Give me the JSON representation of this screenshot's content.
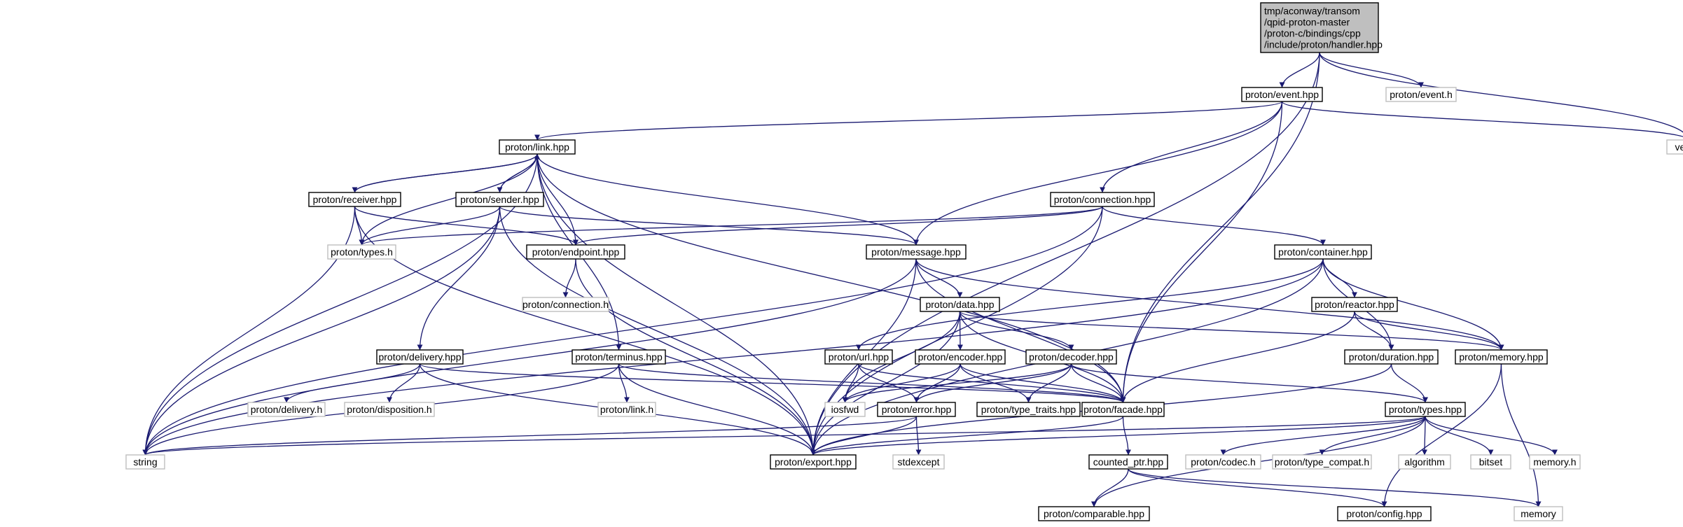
{
  "root": {
    "lines": [
      "tmp/aconway/transom",
      "/qpid-proton-master",
      "/proton-c/bindings/cpp",
      "/include/proton/handler.hpp"
    ]
  },
  "nodes": {
    "event_h": "proton/event.h",
    "event_hpp": "proton/event.hpp",
    "vector": "vector",
    "link_hpp": "proton/link.hpp",
    "receiver_hpp": "proton/receiver.hpp",
    "sender_hpp": "proton/sender.hpp",
    "connection_hpp": "proton/connection.hpp",
    "types_h": "proton/types.h",
    "endpoint_hpp": "proton/endpoint.hpp",
    "message_hpp": "proton/message.hpp",
    "container_hpp": "proton/container.hpp",
    "connection_h": "proton/connection.h",
    "data_hpp": "proton/data.hpp",
    "reactor_hpp": "proton/reactor.hpp",
    "delivery_hpp": "proton/delivery.hpp",
    "terminus_hpp": "proton/terminus.hpp",
    "url_hpp": "proton/url.hpp",
    "encoder_hpp": "proton/encoder.hpp",
    "decoder_hpp": "proton/decoder.hpp",
    "duration_hpp": "proton/duration.hpp",
    "memory_hpp": "proton/memory.hpp",
    "delivery_h": "proton/delivery.h",
    "disposition_h": "proton/disposition.h",
    "link_h": "proton/link.h",
    "iosfwd": "iosfwd",
    "error_hpp": "proton/error.hpp",
    "type_traits_hpp": "proton/type_traits.hpp",
    "facade_hpp": "proton/facade.hpp",
    "types_hpp": "proton/types.hpp",
    "string": "string",
    "export_hpp": "proton/export.hpp",
    "stdexcept": "stdexcept",
    "counted_ptr_hpp": "counted_ptr.hpp",
    "codec_h": "proton/codec.h",
    "type_compat_h": "proton/type_compat.h",
    "algorithm": "algorithm",
    "bitset": "bitset",
    "memory_h": "memory.h",
    "comparable_hpp": "proton/comparable.hpp",
    "config_hpp": "proton/config.hpp",
    "memory": "memory"
  },
  "edges": [
    [
      "root",
      "event_hpp"
    ],
    [
      "root",
      "event_h"
    ],
    [
      "root",
      "vector"
    ],
    [
      "root",
      "export_hpp"
    ],
    [
      "root",
      "facade_hpp"
    ],
    [
      "event_hpp",
      "link_hpp"
    ],
    [
      "event_hpp",
      "connection_hpp"
    ],
    [
      "event_hpp",
      "message_hpp"
    ],
    [
      "event_hpp",
      "vector"
    ],
    [
      "event_hpp",
      "facade_hpp"
    ],
    [
      "link_hpp",
      "receiver_hpp"
    ],
    [
      "link_hpp",
      "sender_hpp"
    ],
    [
      "link_hpp",
      "types_h"
    ],
    [
      "link_hpp",
      "endpoint_hpp"
    ],
    [
      "link_hpp",
      "message_hpp"
    ],
    [
      "link_hpp",
      "terminus_hpp"
    ],
    [
      "link_hpp",
      "string"
    ],
    [
      "link_hpp",
      "export_hpp"
    ],
    [
      "link_hpp",
      "facade_hpp"
    ],
    [
      "receiver_hpp",
      "link_hpp"
    ],
    [
      "receiver_hpp",
      "types_h"
    ],
    [
      "receiver_hpp",
      "endpoint_hpp"
    ],
    [
      "receiver_hpp",
      "string"
    ],
    [
      "receiver_hpp",
      "export_hpp"
    ],
    [
      "sender_hpp",
      "link_hpp"
    ],
    [
      "sender_hpp",
      "types_h"
    ],
    [
      "sender_hpp",
      "message_hpp"
    ],
    [
      "sender_hpp",
      "delivery_hpp"
    ],
    [
      "sender_hpp",
      "string"
    ],
    [
      "sender_hpp",
      "export_hpp"
    ],
    [
      "connection_hpp",
      "types_h"
    ],
    [
      "connection_hpp",
      "endpoint_hpp"
    ],
    [
      "connection_hpp",
      "container_hpp"
    ],
    [
      "connection_hpp",
      "string"
    ],
    [
      "connection_hpp",
      "export_hpp"
    ],
    [
      "endpoint_hpp",
      "connection_h"
    ],
    [
      "endpoint_hpp",
      "export_hpp"
    ],
    [
      "message_hpp",
      "data_hpp"
    ],
    [
      "message_hpp",
      "memory_hpp"
    ],
    [
      "message_hpp",
      "string"
    ],
    [
      "message_hpp",
      "export_hpp"
    ],
    [
      "message_hpp",
      "facade_hpp"
    ],
    [
      "container_hpp",
      "reactor_hpp"
    ],
    [
      "container_hpp",
      "duration_hpp"
    ],
    [
      "container_hpp",
      "memory_hpp"
    ],
    [
      "container_hpp",
      "url_hpp"
    ],
    [
      "container_hpp",
      "string"
    ],
    [
      "container_hpp",
      "export_hpp"
    ],
    [
      "data_hpp",
      "encoder_hpp"
    ],
    [
      "data_hpp",
      "decoder_hpp"
    ],
    [
      "data_hpp",
      "memory_hpp"
    ],
    [
      "data_hpp",
      "facade_hpp"
    ],
    [
      "data_hpp",
      "iosfwd"
    ],
    [
      "data_hpp",
      "export_hpp"
    ],
    [
      "reactor_hpp",
      "duration_hpp"
    ],
    [
      "reactor_hpp",
      "memory_hpp"
    ],
    [
      "reactor_hpp",
      "facade_hpp"
    ],
    [
      "delivery_hpp",
      "delivery_h"
    ],
    [
      "delivery_hpp",
      "disposition_h"
    ],
    [
      "delivery_hpp",
      "facade_hpp"
    ],
    [
      "delivery_hpp",
      "export_hpp"
    ],
    [
      "terminus_hpp",
      "link_h"
    ],
    [
      "terminus_hpp",
      "facade_hpp"
    ],
    [
      "terminus_hpp",
      "export_hpp"
    ],
    [
      "terminus_hpp",
      "string"
    ],
    [
      "url_hpp",
      "iosfwd"
    ],
    [
      "url_hpp",
      "error_hpp"
    ],
    [
      "url_hpp",
      "facade_hpp"
    ],
    [
      "encoder_hpp",
      "iosfwd"
    ],
    [
      "encoder_hpp",
      "error_hpp"
    ],
    [
      "encoder_hpp",
      "type_traits_hpp"
    ],
    [
      "encoder_hpp",
      "facade_hpp"
    ],
    [
      "decoder_hpp",
      "iosfwd"
    ],
    [
      "decoder_hpp",
      "error_hpp"
    ],
    [
      "decoder_hpp",
      "type_traits_hpp"
    ],
    [
      "decoder_hpp",
      "facade_hpp"
    ],
    [
      "decoder_hpp",
      "types_hpp"
    ],
    [
      "duration_hpp",
      "types_hpp"
    ],
    [
      "duration_hpp",
      "export_hpp"
    ],
    [
      "memory_hpp",
      "config_hpp"
    ],
    [
      "memory_hpp",
      "memory"
    ],
    [
      "error_hpp",
      "stdexcept"
    ],
    [
      "error_hpp",
      "export_hpp"
    ],
    [
      "error_hpp",
      "string"
    ],
    [
      "facade_hpp",
      "counted_ptr_hpp"
    ],
    [
      "facade_hpp",
      "export_hpp"
    ],
    [
      "types_hpp",
      "codec_h"
    ],
    [
      "types_hpp",
      "type_compat_h"
    ],
    [
      "types_hpp",
      "algorithm"
    ],
    [
      "types_hpp",
      "bitset"
    ],
    [
      "types_hpp",
      "memory_h"
    ],
    [
      "types_hpp",
      "string"
    ],
    [
      "types_hpp",
      "export_hpp"
    ],
    [
      "types_hpp",
      "comparable_hpp"
    ],
    [
      "counted_ptr_hpp",
      "config_hpp"
    ],
    [
      "counted_ptr_hpp",
      "comparable_hpp"
    ],
    [
      "counted_ptr_hpp",
      "memory"
    ]
  ]
}
